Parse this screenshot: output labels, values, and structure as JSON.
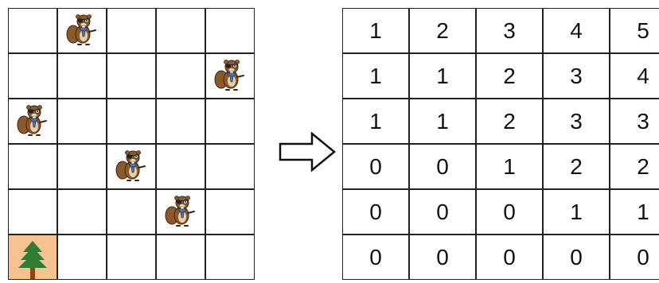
{
  "left_grid": {
    "rows": 6,
    "cols": 5,
    "beavers": [
      {
        "row": 0,
        "col": 1
      },
      {
        "row": 1,
        "col": 4
      },
      {
        "row": 2,
        "col": 0
      },
      {
        "row": 3,
        "col": 2
      },
      {
        "row": 4,
        "col": 3
      }
    ],
    "tree": {
      "row": 5,
      "col": 0
    },
    "colors": {
      "tree_cell_bg": "#f7c290",
      "tree": "#2e7d32",
      "trunk": "#8b4513",
      "beaver_fur": "#8b5a2b"
    },
    "icons": {
      "beaver": "beaver-icon",
      "tree": "tree-icon"
    }
  },
  "arrow": {
    "icon": "right-arrow-icon"
  },
  "right_grid": {
    "rows": [
      [
        "1",
        "2",
        "3",
        "4",
        "5"
      ],
      [
        "1",
        "1",
        "2",
        "3",
        "4"
      ],
      [
        "1",
        "1",
        "2",
        "3",
        "3"
      ],
      [
        "0",
        "0",
        "1",
        "2",
        "2"
      ],
      [
        "0",
        "0",
        "0",
        "1",
        "1"
      ],
      [
        "0",
        "0",
        "0",
        "0",
        "0"
      ]
    ]
  }
}
